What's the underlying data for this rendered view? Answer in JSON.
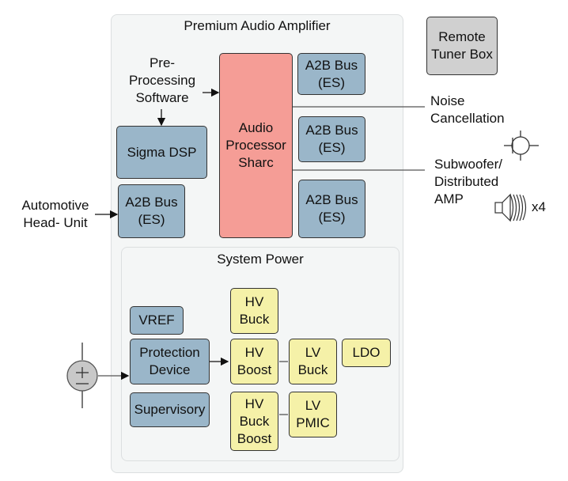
{
  "diagram": {
    "main_panel": {
      "title": "Premium Audio Amplifier"
    },
    "power_panel": {
      "title": "System Power"
    },
    "blocks": {
      "pre_processing": "Pre-\nProcessing\nSoftware",
      "sigma_dsp": "Sigma DSP",
      "a2b_input": "A2B Bus\n(ES)",
      "audio_processor": "Audio\nProcessor\nSharc",
      "a2b_out_1": "A2B Bus\n(ES)",
      "a2b_out_2": "A2B Bus\n(ES)",
      "a2b_out_3": "A2B Bus\n(ES)",
      "remote_tuner": "Remote\nTuner Box",
      "vref": "VREF",
      "protection_device": "Protection\nDevice",
      "supervisory": "Supervisory",
      "hv_buck": "HV\nBuck",
      "hv_boost": "HV\nBoost",
      "hv_buck_boost": "HV\nBuck\nBoost",
      "lv_buck": "LV\nBuck",
      "lv_pmic": "LV\nPMIC",
      "ldo": "LDO"
    },
    "external_labels": {
      "head_unit": "Automotive\nHead- Unit",
      "noise_cancellation": "Noise\nCancellation",
      "subwoofer": "Subwoofer/\nDistributed\nAMP",
      "speaker_count": "x4"
    },
    "icons": [
      "microphone-icon",
      "speaker-icon",
      "battery-source-icon"
    ],
    "colors": {
      "processor": "#f59d96",
      "interface_blocks": "#9ab6c9",
      "power_blocks": "#f5f1a8",
      "remote_tuner": "#d0d0d0",
      "panel_background": "#f4f6f6"
    }
  }
}
